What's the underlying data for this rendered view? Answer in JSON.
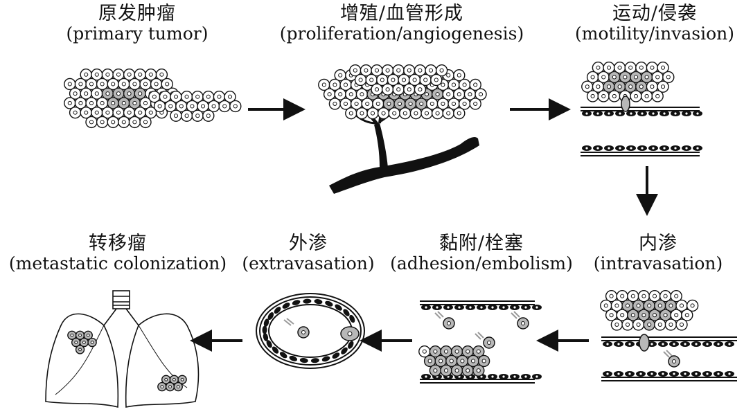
{
  "stages": [
    {
      "id": "primary",
      "zh": "原发肿瘤",
      "en": "(primary tumor)"
    },
    {
      "id": "proliferation",
      "zh": "增殖/血管形成",
      "en": "(proliferation/angiogenesis)"
    },
    {
      "id": "motility",
      "zh": "运动/侵袭",
      "en": "(motility/invasion)"
    },
    {
      "id": "intravasation",
      "zh": "内渗",
      "en": "(intravasation)"
    },
    {
      "id": "adhesion",
      "zh": "黏附/栓塞",
      "en": "(adhesion/embolism)"
    },
    {
      "id": "extravasation",
      "zh": "外渗",
      "en": "(extravasation)"
    },
    {
      "id": "metastasis",
      "zh": "转移瘤",
      "en": "(metastatic colonization)"
    }
  ],
  "colors": {
    "normal_cell_fill": "#ffffff",
    "tumor_cell_fill": "#b8b8b8",
    "outline": "#111111",
    "vessel": "#111111"
  }
}
